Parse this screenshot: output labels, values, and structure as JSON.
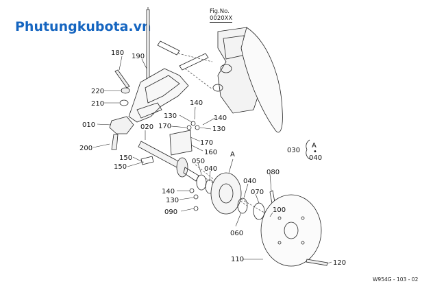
{
  "site": {
    "title": "Phutungkubota.vn"
  },
  "figure": {
    "label": "Fig.No.",
    "code": "0020XX",
    "footer": "W954G - 103 - 02"
  },
  "callouts": {
    "c180": "180",
    "c190": "190",
    "c220": "220",
    "c210": "210",
    "c010": "010",
    "c200": "200",
    "c020": "020",
    "c130a": "130",
    "c140a": "140",
    "c170a": "170",
    "c140b": "140",
    "c130b": "130",
    "c170b": "170",
    "c160": "160",
    "c150a": "150",
    "c150b": "150",
    "c050": "050",
    "c040a": "040",
    "cA1": "A",
    "c140c": "140",
    "c130c": "130",
    "c090": "090",
    "c040b": "040",
    "c080": "080",
    "c070": "070",
    "c100": "100",
    "c060": "060",
    "c110": "110",
    "c120": "120"
  },
  "bracket": {
    "label": "030",
    "top": "A",
    "bottom": "040"
  }
}
